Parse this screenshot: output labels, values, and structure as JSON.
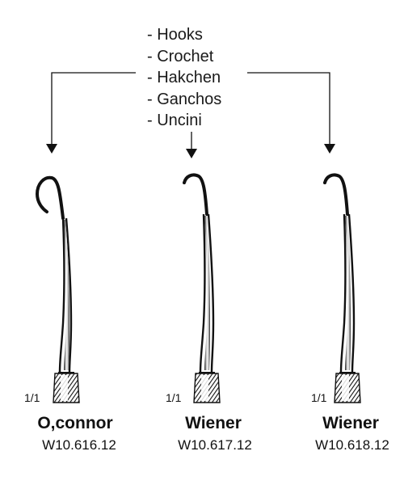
{
  "labels": [
    "- Hooks",
    "- Crochet",
    "- Hakchen",
    "- Ganchos",
    "- Uncini"
  ],
  "instruments": [
    {
      "scale": "1/1",
      "name": "O,connor",
      "code": "W10.616.12"
    },
    {
      "scale": "1/1",
      "name": "Wiener",
      "code": "W10.617.12"
    },
    {
      "scale": "1/1",
      "name": "Wiener",
      "code": "W10.618.12"
    }
  ],
  "colors": {
    "ink": "#111111",
    "background": "#ffffff"
  }
}
